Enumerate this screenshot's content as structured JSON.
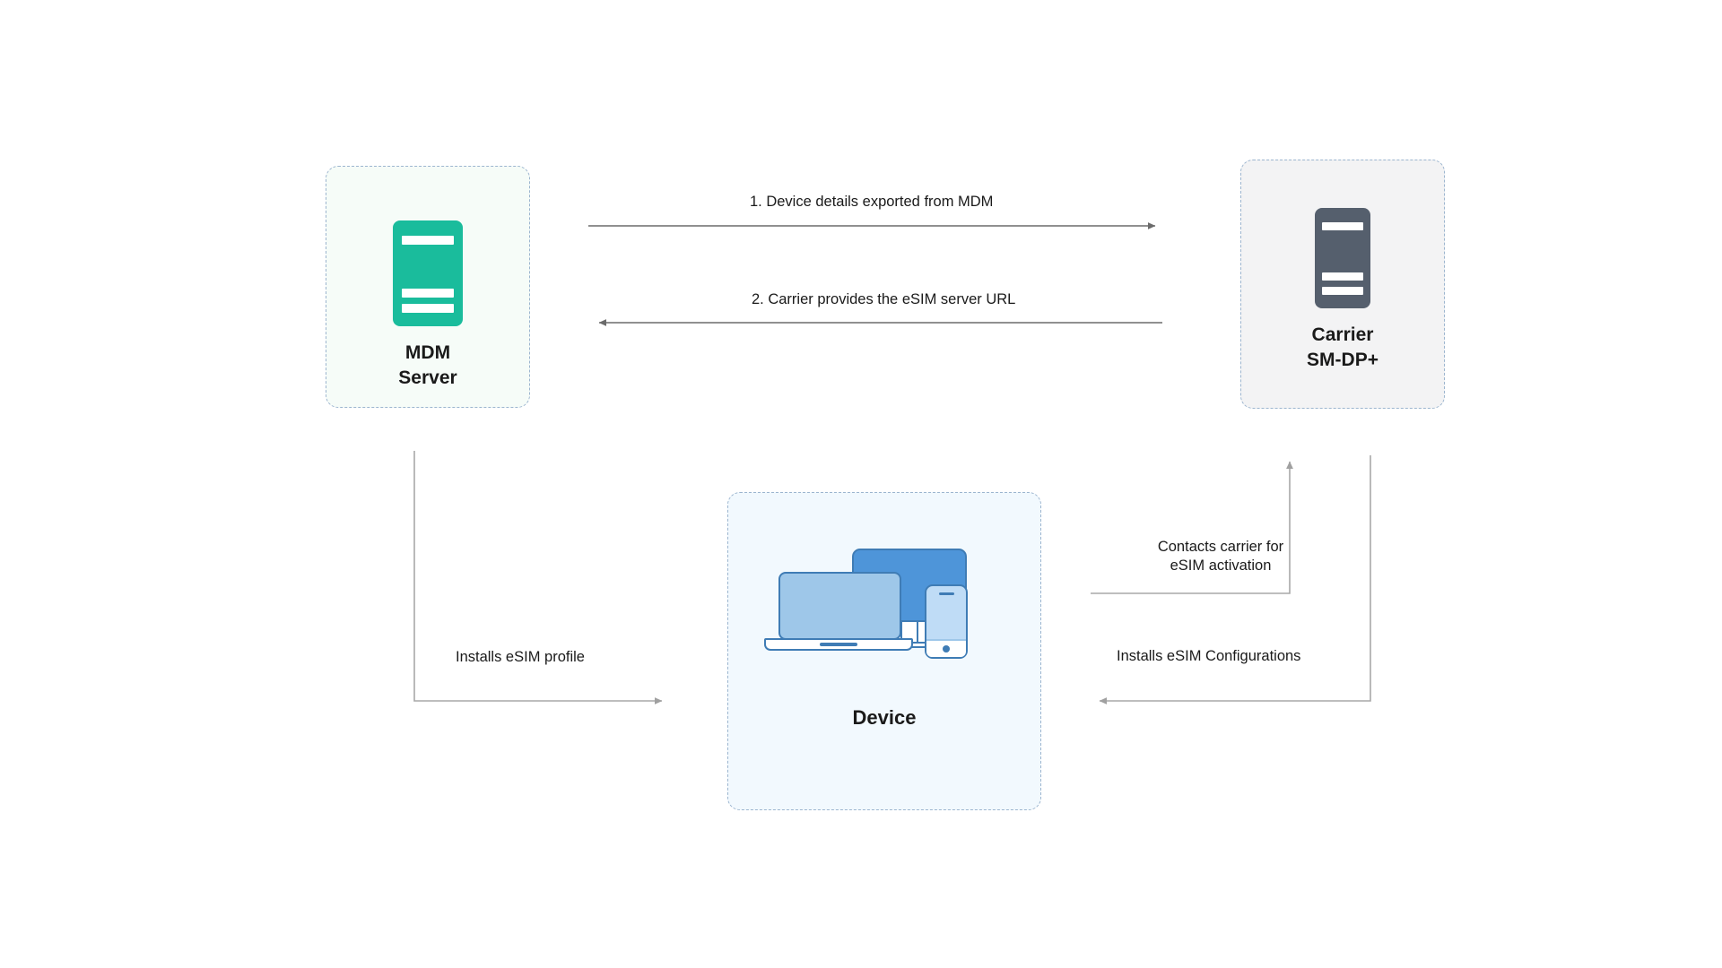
{
  "diagram": {
    "title": "eSIM activation flow between MDM Server, Carrier SM-DP+ and Device",
    "background": "#ffffff",
    "nodes": [
      {
        "id": "mdm-server",
        "label": "MDM\nServer",
        "icon": "server-icon",
        "icon_color": "#1abc9c",
        "box_fill": "#f6fcf8",
        "box_border": "#9cb5cf"
      },
      {
        "id": "carrier-smdp",
        "label": "Carrier\nSM-DP+",
        "icon": "server-icon",
        "icon_color": "#555f6d",
        "box_fill": "#f3f3f4",
        "box_border": "#9cb5cf"
      },
      {
        "id": "device",
        "label": "Device",
        "icon": "devices-icon",
        "icon_color": "#4e95d9",
        "box_fill": "#f2f9fe",
        "box_border": "#9cb5cf"
      }
    ],
    "connectors": [
      {
        "id": "step-1",
        "label": "1.  Device details exported from MDM",
        "from": "mdm-server",
        "to": "carrier-smdp",
        "direction": "right",
        "color": "#6b6b6b"
      },
      {
        "id": "step-2",
        "label": "2. Carrier provides the eSIM server URL",
        "from": "carrier-smdp",
        "to": "mdm-server",
        "direction": "left",
        "color": "#6b6b6b"
      },
      {
        "id": "installs-esim-profile",
        "label": "Installs eSIM profile",
        "from": "mdm-server",
        "to": "device",
        "direction": "right",
        "color": "#a8a8a8"
      },
      {
        "id": "contacts-carrier",
        "label": "Contacts carrier for\neSIM activation",
        "from": "device",
        "to": "carrier-smdp",
        "direction": "up",
        "color": "#a8a8a8"
      },
      {
        "id": "installs-esim-configurations",
        "label": "Installs eSIM Configurations",
        "from": "carrier-smdp",
        "to": "device",
        "direction": "left",
        "color": "#a8a8a8"
      }
    ]
  }
}
